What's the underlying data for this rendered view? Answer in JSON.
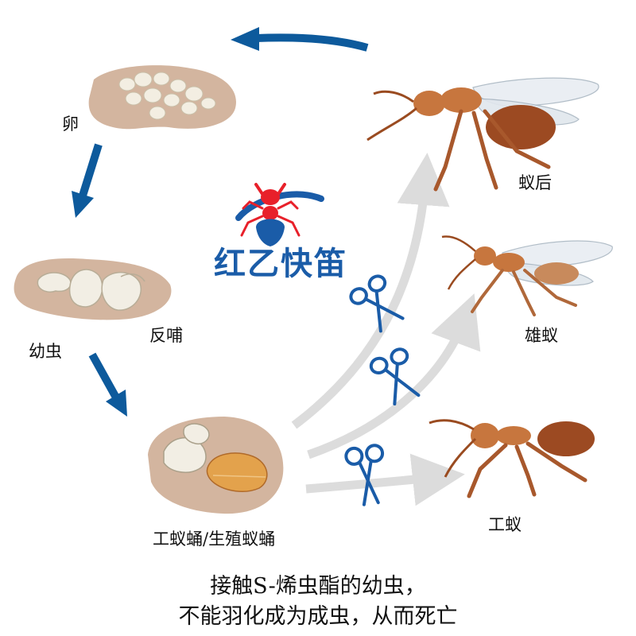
{
  "colors": {
    "cycle_arrow": "#0d5a9c",
    "gray_arrow": "#dcdcdc",
    "logo_red": "#e8202a",
    "logo_blue": "#1a5ca8",
    "scissors": "#1a5ca8",
    "substrate": "#d3b59f",
    "ant_body": "#c7763e",
    "ant_dark": "#8a3b18"
  },
  "logo": {
    "text": "红乙快笛",
    "icon": "ant-logo-icon"
  },
  "labels": {
    "egg": "卵",
    "queen": "蚁后",
    "larva": "幼虫",
    "regurgitation": "反哺",
    "male": "雄蚁",
    "pupa": "工蚁蛹/生殖蚁蛹",
    "worker": "工蚁"
  },
  "caption": {
    "line1": "接触S-烯虫酯的幼虫，",
    "line2": "不能羽化成为成虫，从而死亡"
  },
  "icons": [
    "scissors-icon",
    "scissors-icon",
    "scissors-icon"
  ]
}
